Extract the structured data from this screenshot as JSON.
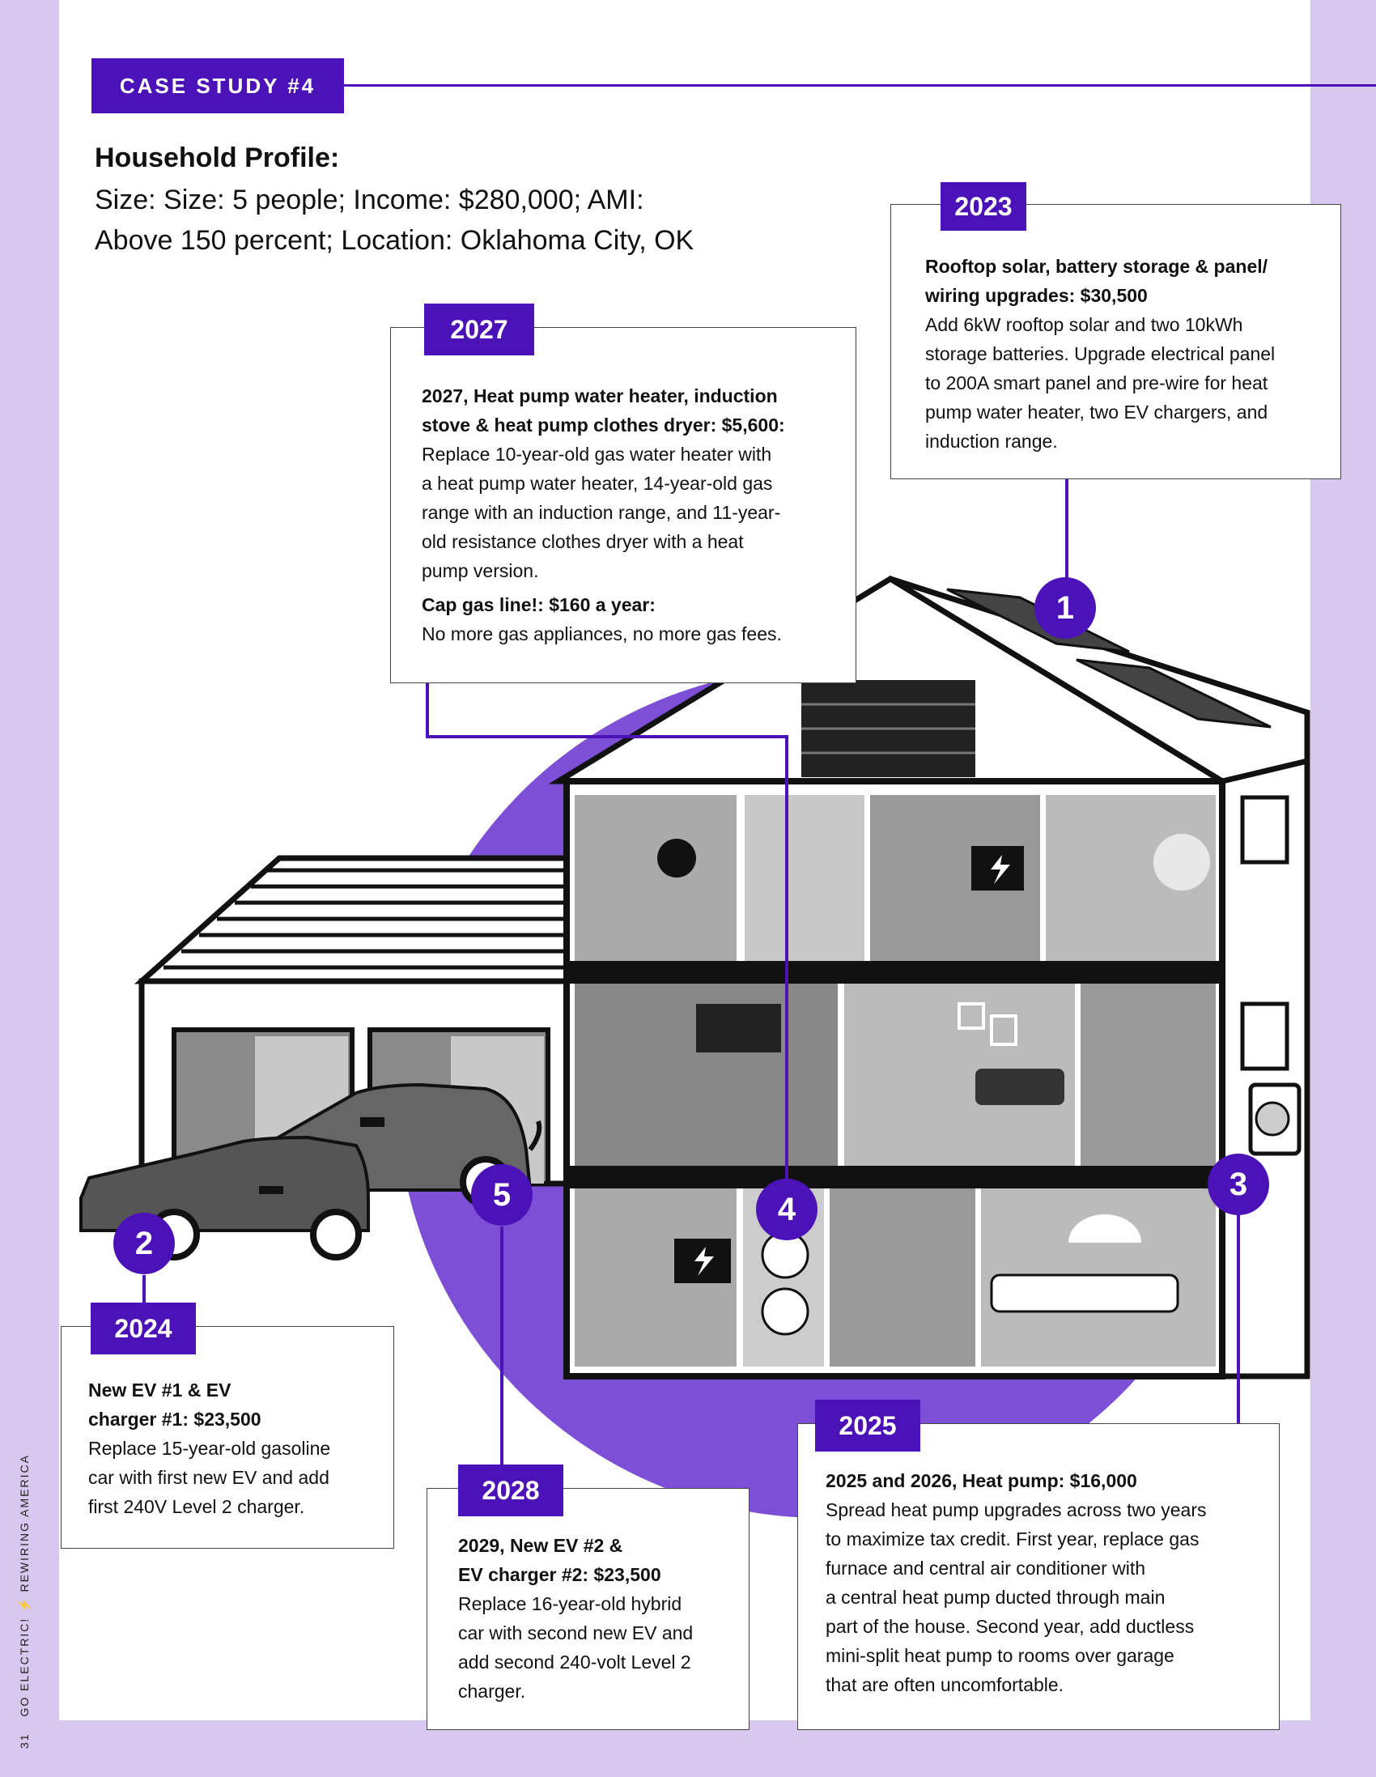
{
  "sidebar": {
    "page_number": "31",
    "publication": "GO ELECTRIC! ⚡ REWIRING AMERICA"
  },
  "header": {
    "case_label": "CASE STUDY #4"
  },
  "profile": {
    "title": "Household Profile:",
    "line1": "Size: Size: 5 people; Income: $280,000; AMI:",
    "line2": "Above 150 percent; Location: Oklahoma City, OK"
  },
  "steps": [
    {
      "number": "1",
      "year": "2023",
      "heading1": "Rooftop solar, battery storage & panel/",
      "heading2": "wiring upgrades: $30,500",
      "body": [
        "Add 6kW rooftop solar and two 10kWh",
        "storage batteries. Upgrade electrical panel",
        "to 200A smart panel and pre-wire for heat",
        "pump water heater, two EV chargers, and",
        "induction range."
      ]
    },
    {
      "number": "2",
      "year": "2024",
      "heading1": "New EV #1 & EV",
      "heading2": "charger #1: $23,500",
      "body": [
        "Replace 15-year-old gasoline",
        "car with first new EV and add",
        "first 240V Level 2 charger."
      ]
    },
    {
      "number": "3",
      "year": "2025",
      "heading1": "2025 and 2026, Heat pump: $16,000",
      "body": [
        "Spread heat pump upgrades across two years",
        "to maximize tax credit. First year, replace gas",
        "furnace and central air conditioner with",
        "a central heat pump ducted through main",
        "part of the house. Second year, add ductless",
        "mini-split heat pump to rooms over garage",
        "that are often uncomfortable."
      ]
    },
    {
      "number": "4",
      "year": "2027",
      "heading1": "2027, Heat pump water heater, induction",
      "heading2": "stove & heat pump clothes dryer: $5,600:",
      "body": [
        "Replace 10-year-old gas water heater with",
        "a heat pump water heater, 14-year-old gas",
        "range with an induction range, and 11-year-",
        "old resistance clothes dryer with a heat",
        "pump version."
      ],
      "heading3": "Cap gas line!: $160 a year:",
      "body2": "No more gas appliances, no more gas fees."
    },
    {
      "number": "5",
      "year": "2028",
      "heading1": "2029, New EV #2 &",
      "heading2": "EV charger #2: $23,500",
      "body": [
        "Replace 16-year-old hybrid",
        "car with second new EV and",
        "add second 240-volt Level 2",
        "charger."
      ]
    }
  ],
  "colors": {
    "accent": "#4b12b8",
    "circle": "#7d4fd6",
    "band": "#d8c8ef"
  }
}
